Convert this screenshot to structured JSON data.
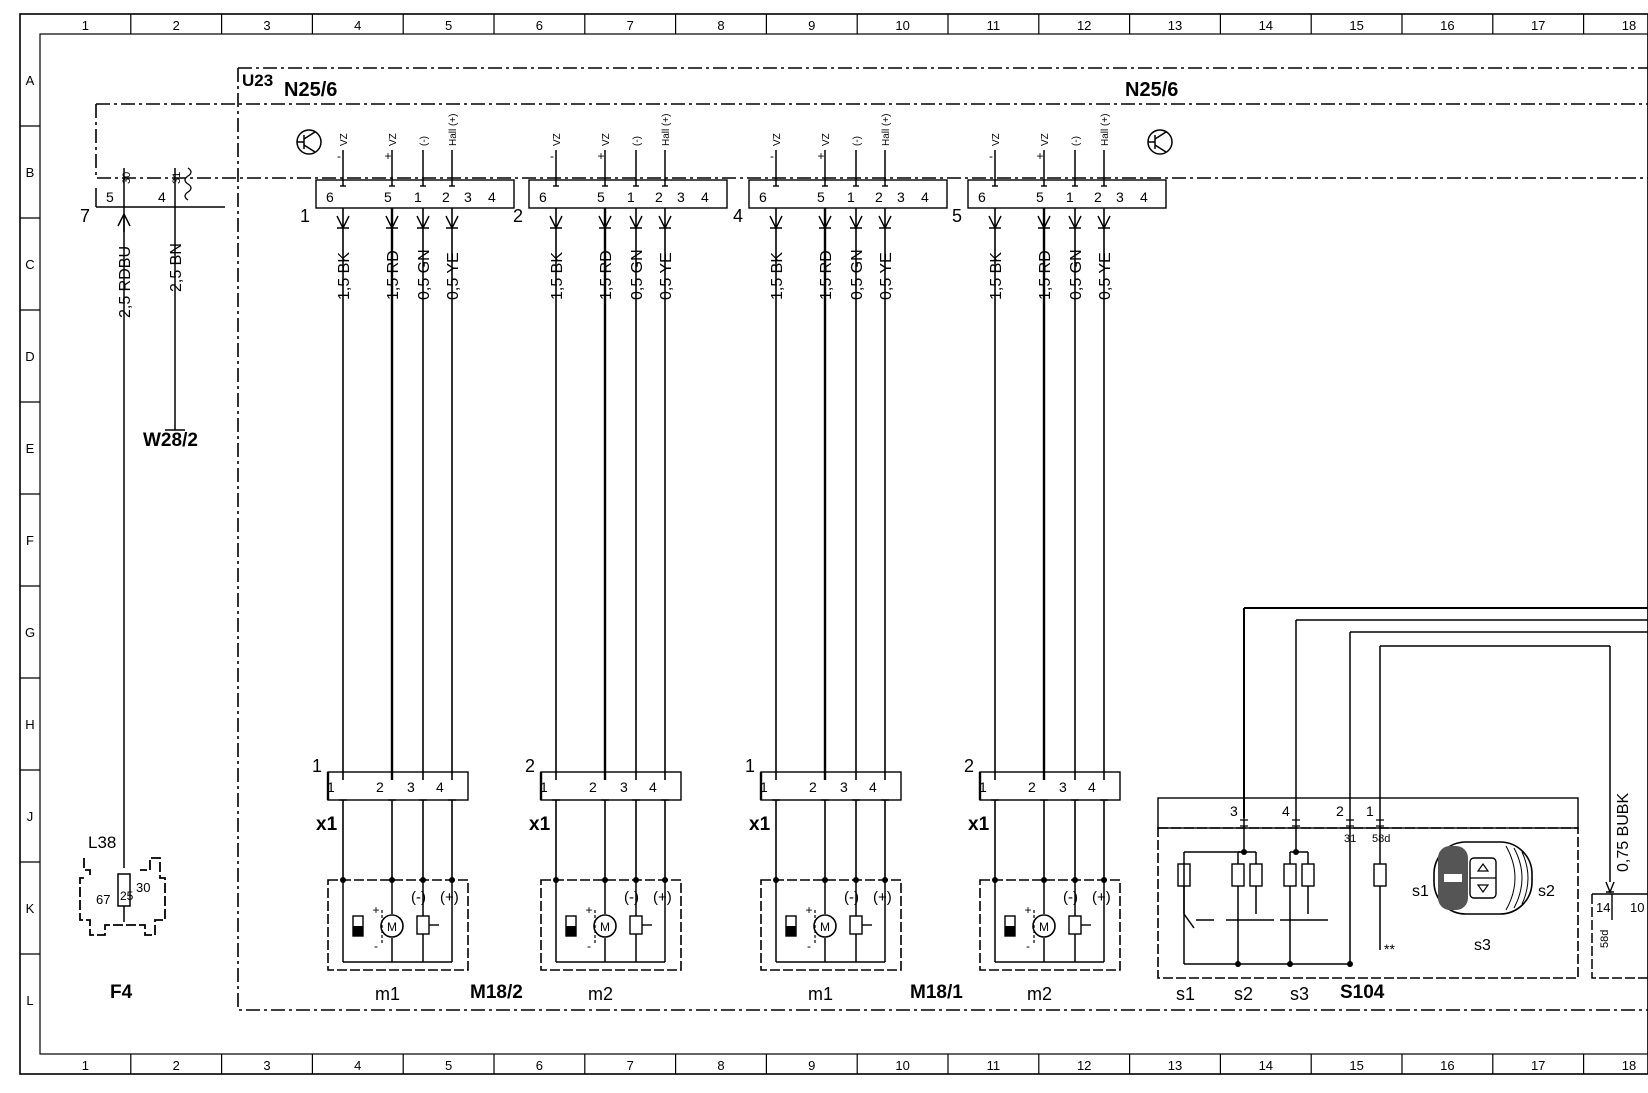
{
  "grid": {
    "columns": [
      "1",
      "2",
      "3",
      "4",
      "5",
      "6",
      "7",
      "8",
      "9",
      "10",
      "11",
      "12",
      "13",
      "14",
      "15",
      "16",
      "17",
      "18"
    ],
    "rows": [
      "A",
      "B",
      "C",
      "D",
      "E",
      "F",
      "G",
      "H",
      "J",
      "K",
      "L"
    ]
  },
  "labels": {
    "u23": "U23",
    "n25_left": "N25/6",
    "n25_right": "N25/6",
    "w28": "W28/2",
    "f4": "F4",
    "l38": "L38",
    "fuse_67": "67",
    "fuse_25": "25",
    "fuse_30": "30",
    "m18_2": "M18/2",
    "m18_1": "M18/1",
    "s104": "S104",
    "bubk": "0,75 BUBK",
    "conn7": "7",
    "pin5": "5",
    "pin4": "4",
    "pin30": "30",
    "pin31": "31",
    "wire_rdbu": "2,5 RDBU",
    "wire_bn": "2,5 BN"
  },
  "groups": [
    {
      "conn": "1",
      "xpin": "1",
      "motor": "m1"
    },
    {
      "conn": "2",
      "xpin": "2",
      "motor": "m2"
    },
    {
      "conn": "4",
      "xpin": "1",
      "motor": "m1"
    },
    {
      "conn": "5",
      "xpin": "2",
      "motor": "m2"
    }
  ],
  "group_text": {
    "pins_top": [
      "6",
      "5",
      "1",
      "2",
      "3",
      "4"
    ],
    "sig": [
      "VZ",
      "VZ",
      "(-)",
      "Hall (+)"
    ],
    "sig_pol": [
      "-",
      "+",
      "",
      ""
    ],
    "wires": [
      "1,5 BK",
      "1,5 RD",
      "0,5 GN",
      "0,5 YE"
    ],
    "xpins": [
      "1",
      "2",
      "3",
      "4"
    ],
    "x1": "x1",
    "minus": "(-)",
    "plus": "(+)"
  },
  "switch": {
    "pins": [
      "3",
      "4",
      "2",
      "1"
    ],
    "pin_sub": [
      "31",
      "58d"
    ],
    "sub_labels": [
      "s1",
      "s2",
      "s3"
    ],
    "knob_labels": [
      "s1",
      "s2",
      "s3"
    ],
    "edge_pins": [
      "14",
      "10",
      "58d"
    ],
    "star": "**"
  }
}
